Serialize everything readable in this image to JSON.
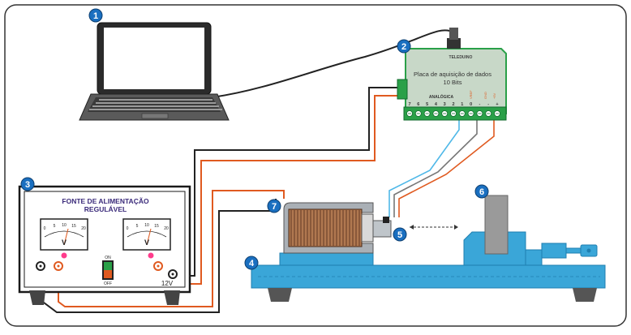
{
  "badges": [
    "1",
    "2",
    "3",
    "4",
    "5",
    "6",
    "7"
  ],
  "daq": {
    "brand": "TELEDUINO",
    "title_line1": "Placa de aquisição de dados",
    "title_line2": "10 Bits",
    "analog_label": "ANALÓGICA",
    "pins": [
      "7",
      "6",
      "5",
      "4",
      "3",
      "2",
      "1",
      "0",
      "-",
      "-",
      "+"
    ],
    "vref_label": "VREF",
    "gnd_label": "GND",
    "vcc_label": "+5V"
  },
  "psu": {
    "title": "FONTE  DE  ALIMENTAÇÃO",
    "subtitle": "REGULÁVEL",
    "meter_ticks": [
      "0",
      "5",
      "10",
      "15",
      "20"
    ],
    "meter_unit": "V",
    "switch_on": "ON",
    "switch_off": "OFF",
    "output_label": "12V"
  },
  "colors": {
    "badge": "#1a6fc0",
    "daq_board": "#c8d8c8",
    "daq_connector": "#2aa048",
    "bench": "#3aa6d8",
    "bench_dark": "#1f7fb0",
    "wire_orange": "#e05a20",
    "wire_black": "#222222",
    "wire_cyan": "#4fb8e8",
    "psu_frame": "#1a1a1a",
    "coil": "#b07850"
  },
  "icons": [
    "laptop-icon",
    "daq-board",
    "power-supply",
    "coil-electromagnet",
    "sensor-probe",
    "steel-block",
    "vise"
  ]
}
